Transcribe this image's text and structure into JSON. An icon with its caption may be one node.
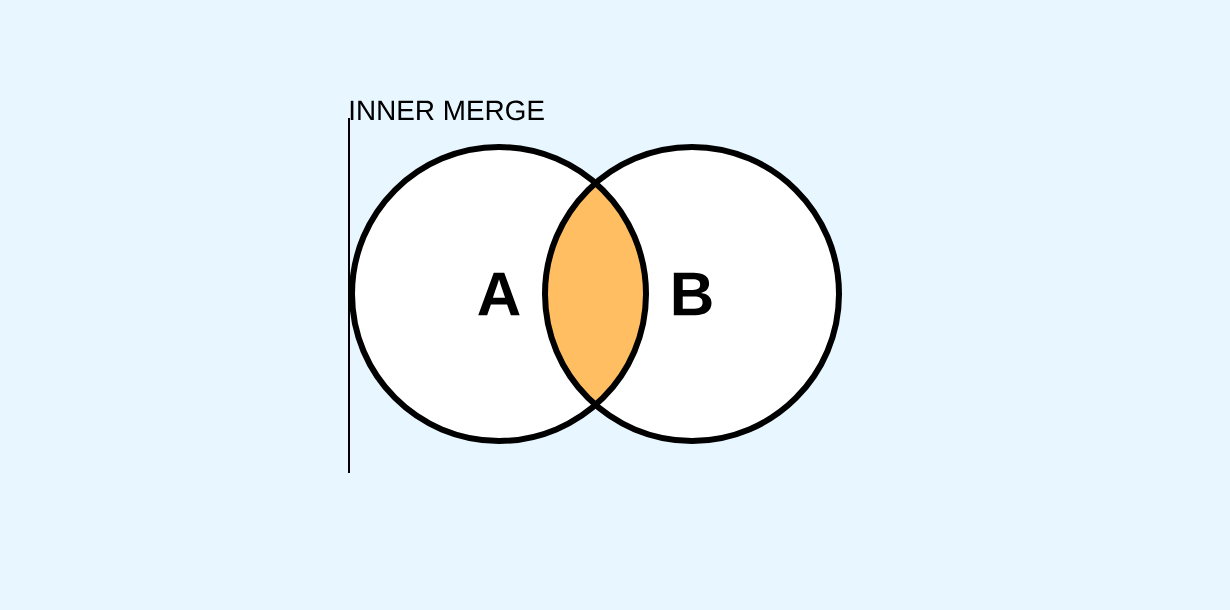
{
  "diagram": {
    "title": "INNER MERGE",
    "nodes": [
      {
        "text": [
          "A"
        ]
      },
      {
        "text": [
          "B"
        ]
      }
    ]
  }
}
